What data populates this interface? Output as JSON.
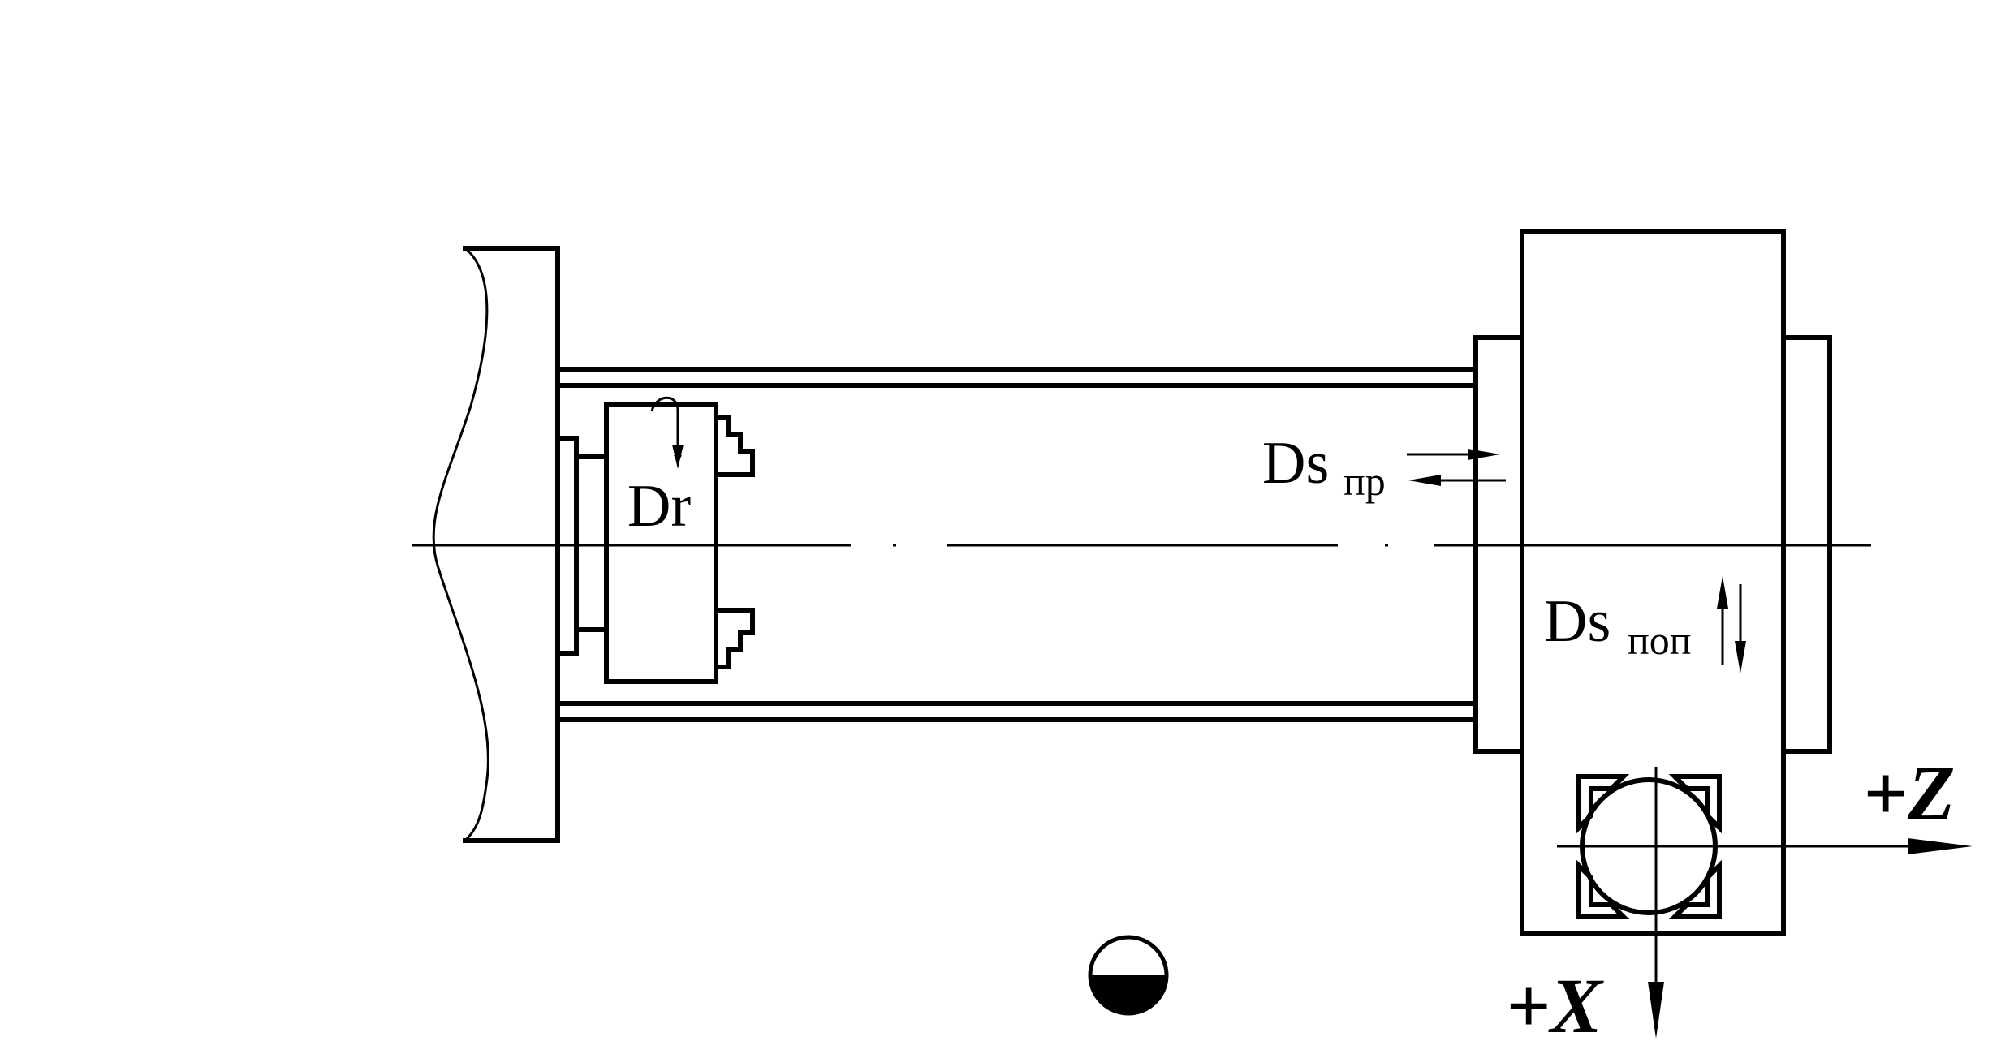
{
  "labels": {
    "spindle_rotation": "Dr",
    "longitudinal_feed": "Ds",
    "longitudinal_feed_sub": "пр",
    "cross_feed": "Ds",
    "cross_feed_sub": "поп",
    "z_axis": "+Z",
    "x_axis": "+X"
  },
  "symbols": {
    "base_symbol": "half-filled-circle-icon"
  },
  "colors": {
    "line": "#000000",
    "background": "#ffffff"
  }
}
